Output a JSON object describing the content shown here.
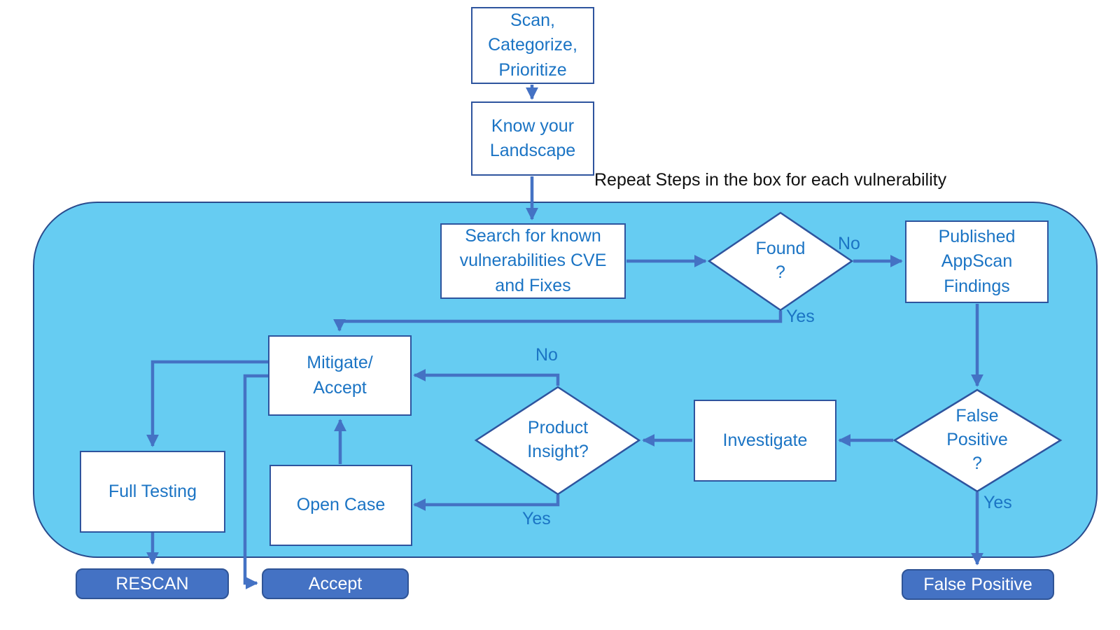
{
  "note": {
    "repeat_text": "Repeat Steps in the box for each vulnerability"
  },
  "nodes": {
    "scan": "Scan,\nCategorize,\nPrioritize",
    "landscape": "Know your\nLandscape",
    "search": "Search for known\nvulnerabilities CVE\nand Fixes",
    "found": "Found\n?",
    "published": "Published\nAppScan\nFindings",
    "mitigate": "Mitigate/\nAccept",
    "investigate": "Investigate",
    "product_insight": "Product\nInsight?",
    "false_positive": "False\nPositive\n?",
    "open_case": "Open Case",
    "full_testing": "Full Testing"
  },
  "buttons": {
    "rescan": "RESCAN",
    "accept": "Accept",
    "false_positive": "False Positive"
  },
  "edge_labels": {
    "found_no": "No",
    "found_yes": "Yes",
    "insight_no": "No",
    "insight_yes": "Yes",
    "fp_yes": "Yes"
  },
  "colors": {
    "container_fill": "#66CCF2",
    "container_border": "#2A4B8D",
    "box_border": "#2E549E",
    "box_text": "#1B74C4",
    "connector": "#4472C4",
    "button_fill": "#4472C4",
    "button_border": "#2F5496",
    "button_text": "#FFFFFF",
    "note_text": "#111111"
  }
}
